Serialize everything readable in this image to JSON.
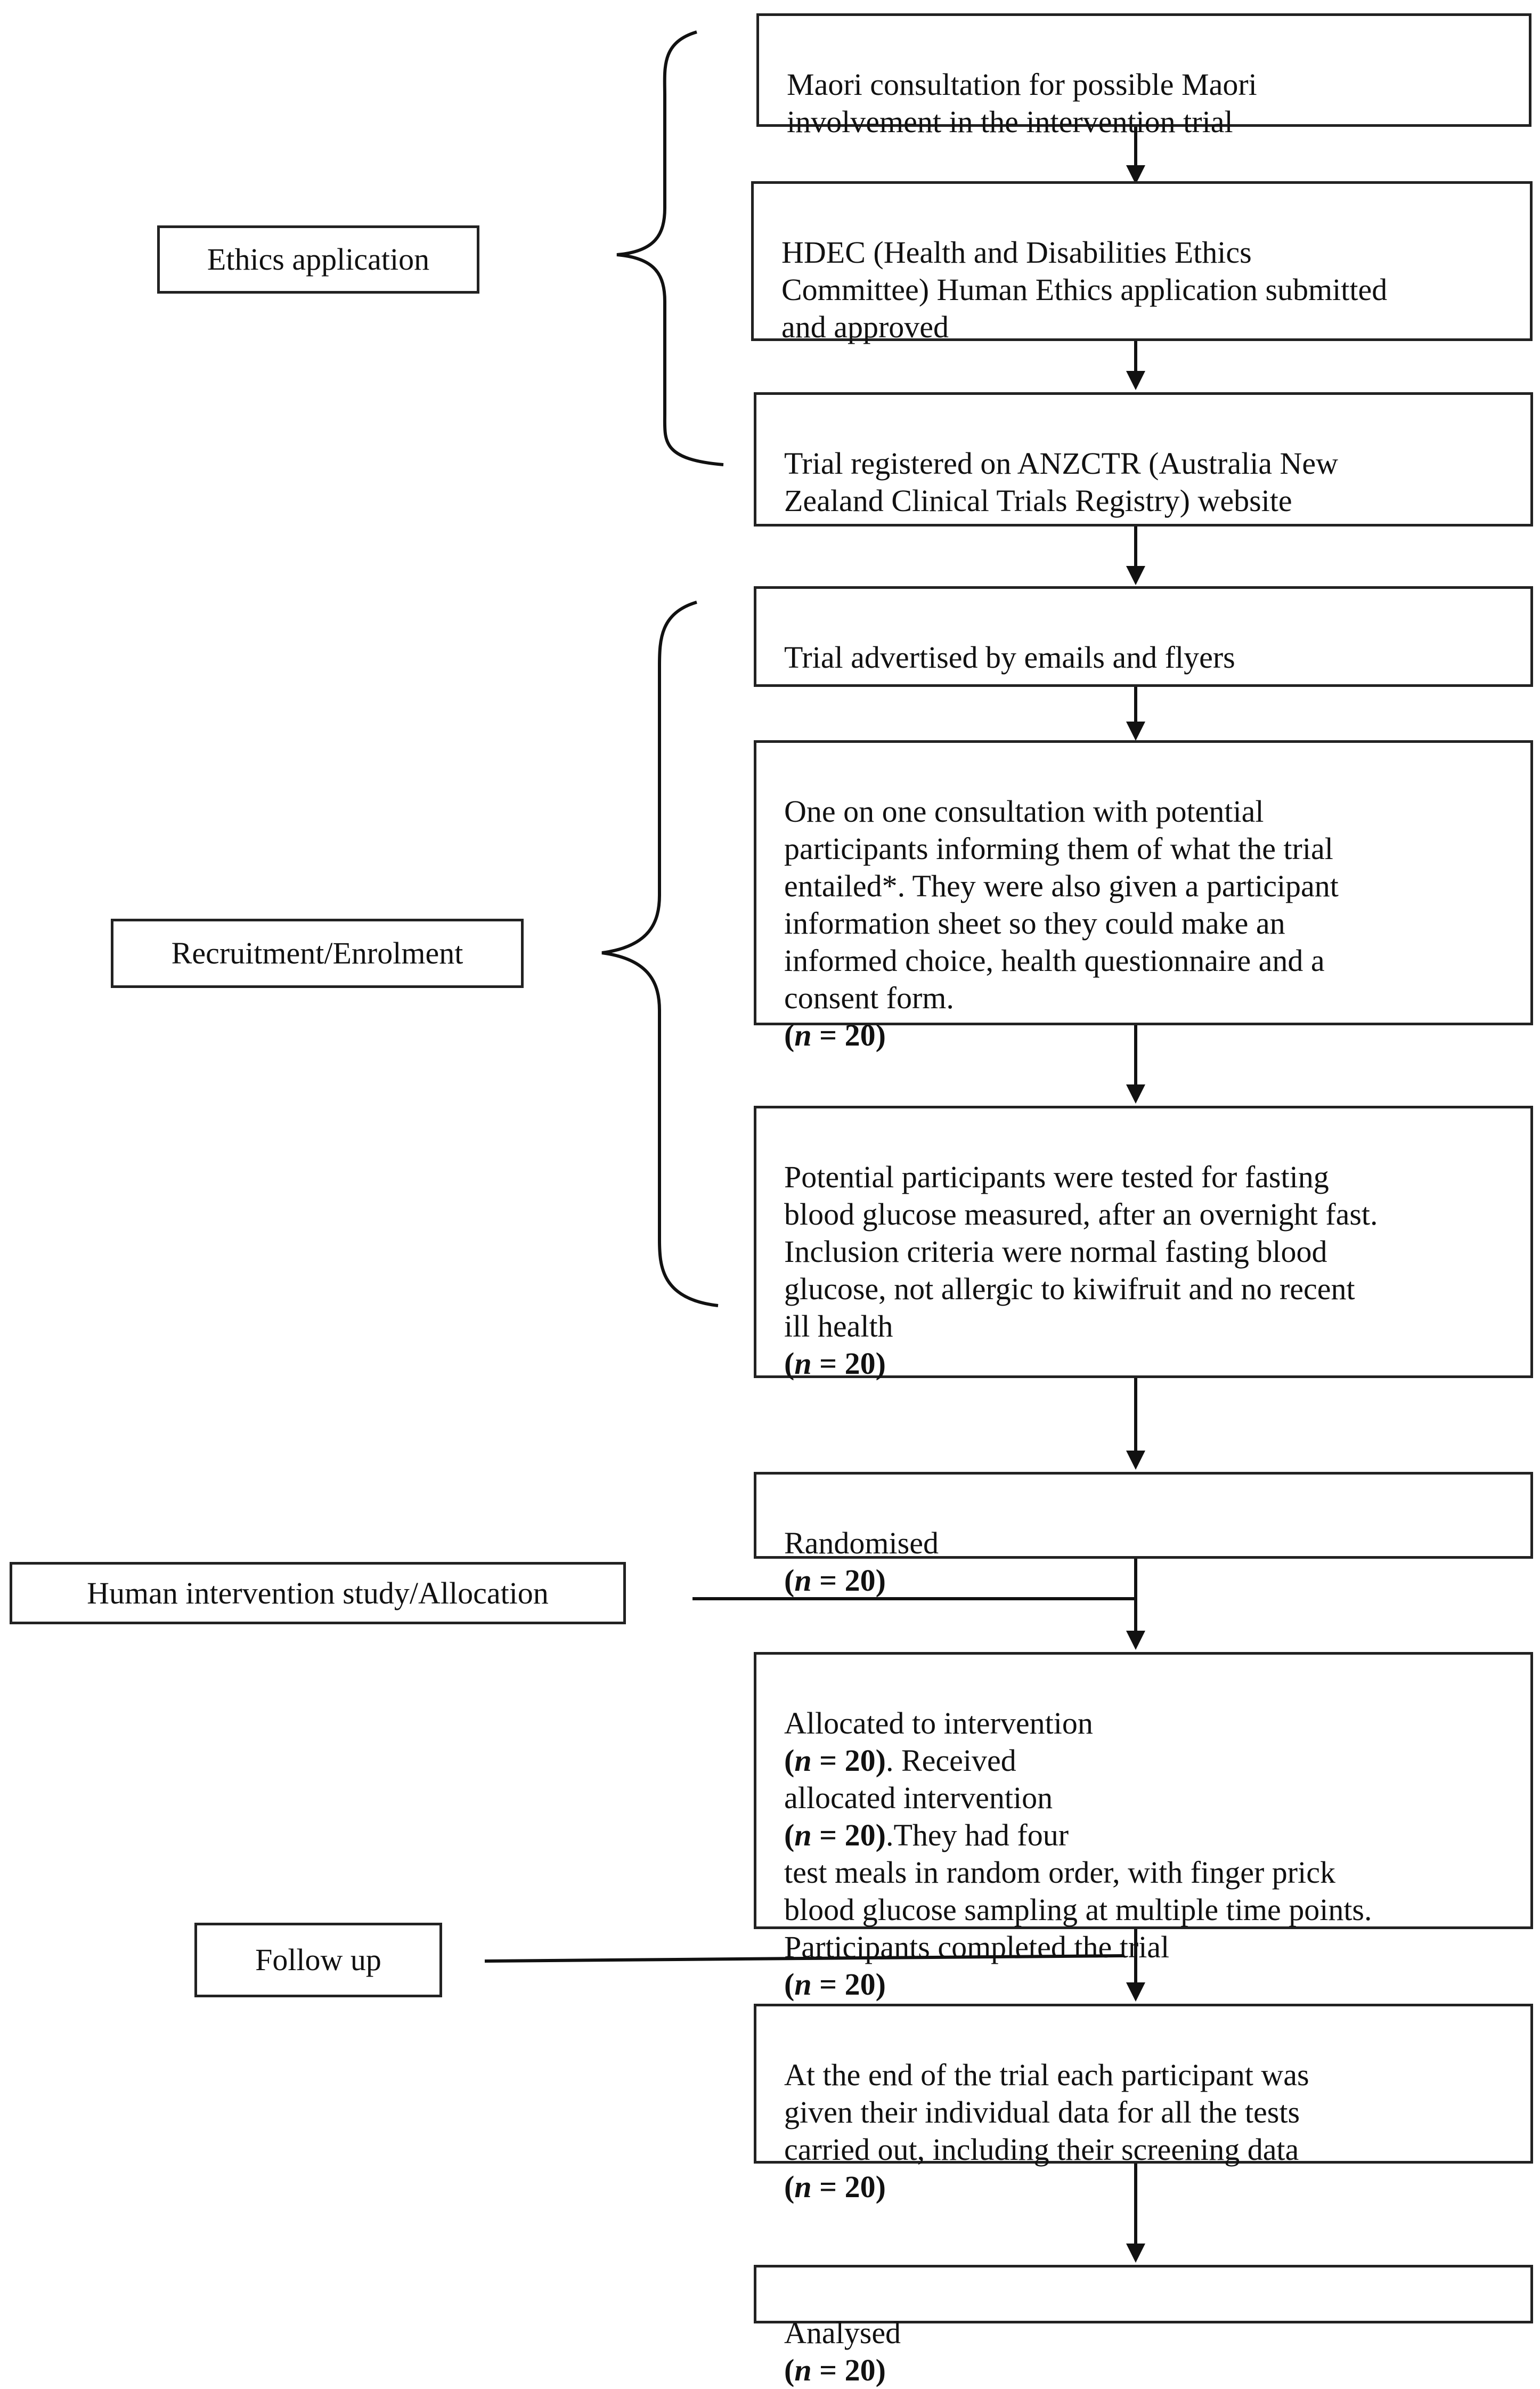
{
  "side_labels": {
    "ethics": "Ethics application",
    "recruitment": "Recruitment/Enrolment",
    "allocation": "Human intervention study/Allocation",
    "follow_up": "Follow up"
  },
  "n_symbol": "n",
  "n_value": "= 20",
  "steps": {
    "maori": "Maori consultation for possible Maori\ninvolvement in the intervention trial",
    "hdec": "HDEC (Health and Disabilities Ethics\nCommittee) Human Ethics application submitted\nand approved",
    "anzctr": "Trial registered on ANZCTR (Australia New\nZealand Clinical Trials Registry) website",
    "advertised": "Trial advertised by emails and flyers",
    "consultation": "One on one consultation with potential\nparticipants informing them of what the trial\nentailed*. They were also given a participant\ninformation sheet so they could make an\ninformed choice, health questionnaire and a\nconsent form.",
    "testing": "Potential participants were tested for fasting\nblood glucose measured, after an overnight fast.\nInclusion criteria were normal fasting blood\nglucose, not allergic to kiwifruit and no recent\nill health",
    "randomised": "Randomised",
    "allocated_a": "Allocated to intervention",
    "allocated_b": ". Received\nallocated intervention",
    "allocated_c": ".They had four\ntest meals in random order, with finger prick\nblood glucose sampling at multiple time points.\nParticipants completed the trial",
    "end": "At the end of the trial each participant was\ngiven their individual data for all the tests\ncarried out, including their screening data",
    "analysed": "Analysed"
  }
}
